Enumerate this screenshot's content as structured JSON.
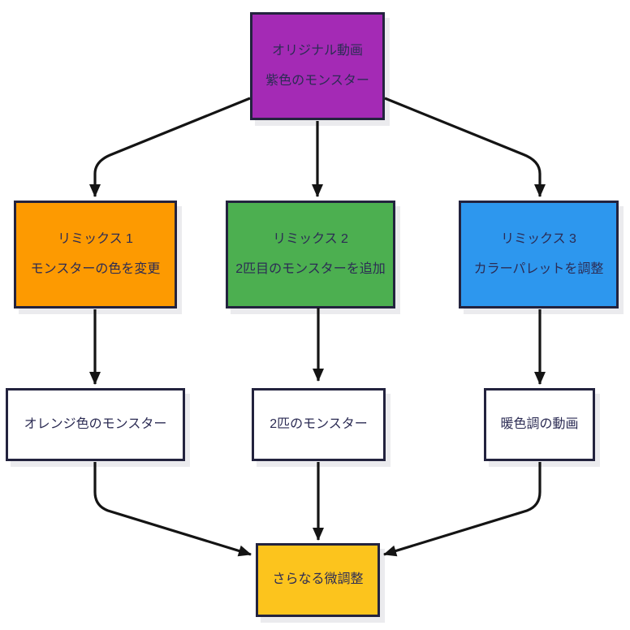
{
  "diagram": {
    "type": "flowchart",
    "colors": {
      "background": "#ffffff",
      "border": "#23233e",
      "text": "#2c2c54",
      "arrow": "#141414",
      "shadow": "#ececf0"
    },
    "nodes": [
      {
        "id": "original-video",
        "lines": [
          "オリジナル動画",
          "紫色のモンスター"
        ],
        "fill": "#a42ab5"
      },
      {
        "id": "remix-1",
        "lines": [
          "リミックス 1",
          "モンスターの色を変更"
        ],
        "fill": "#fd9a01"
      },
      {
        "id": "remix-2",
        "lines": [
          "リミックス 2",
          "2匹目のモンスターを追加"
        ],
        "fill": "#4caf50"
      },
      {
        "id": "remix-3",
        "lines": [
          "リミックス 3",
          "カラーパレットを調整"
        ],
        "fill": "#2d97ee"
      },
      {
        "id": "orange-monster",
        "lines": [
          "オレンジ色のモンスター"
        ],
        "fill": "#ffffff"
      },
      {
        "id": "two-monsters",
        "lines": [
          "2匹のモンスター"
        ],
        "fill": "#ffffff"
      },
      {
        "id": "warm-toned-video",
        "lines": [
          "暖色調の動画"
        ],
        "fill": "#ffffff"
      },
      {
        "id": "further-tweaks",
        "lines": [
          "さらなる微調整"
        ],
        "fill": "#fcc41d"
      }
    ],
    "edges": [
      {
        "from": "original-video",
        "to": "remix-1"
      },
      {
        "from": "original-video",
        "to": "remix-2"
      },
      {
        "from": "original-video",
        "to": "remix-3"
      },
      {
        "from": "remix-1",
        "to": "orange-monster"
      },
      {
        "from": "remix-2",
        "to": "two-monsters"
      },
      {
        "from": "remix-3",
        "to": "warm-toned-video"
      },
      {
        "from": "orange-monster",
        "to": "further-tweaks"
      },
      {
        "from": "two-monsters",
        "to": "further-tweaks"
      },
      {
        "from": "warm-toned-video",
        "to": "further-tweaks"
      }
    ]
  }
}
